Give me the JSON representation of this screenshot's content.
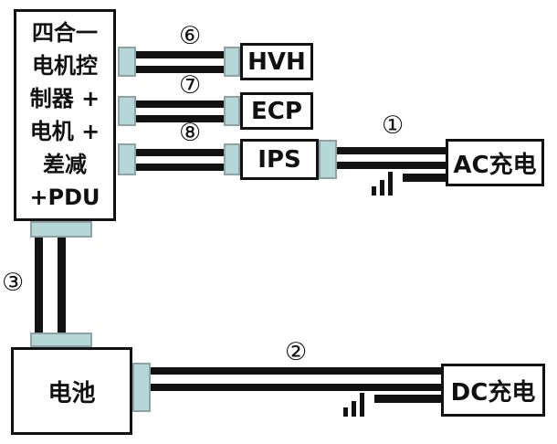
{
  "diagram": {
    "main_unit": {
      "lines": [
        "四合一",
        "电机控",
        "制器 +",
        "电机 +",
        "差减",
        "+PDU"
      ]
    },
    "components": {
      "hvh": {
        "label": "HVH"
      },
      "ecp": {
        "label": "ECP"
      },
      "ips": {
        "label": "IPS"
      },
      "ac_charging": {
        "label": "AC充电"
      },
      "dc_charging": {
        "label": "DC充电"
      },
      "battery": {
        "label": "电池"
      }
    },
    "cable_labels": {
      "cable_1": "①",
      "cable_2": "②",
      "cable_3": "③",
      "cable_6": "⑥",
      "cable_7": "⑦",
      "cable_8": "⑧"
    },
    "colors": {
      "connector_fill": "#b6d7d8",
      "cable": "#121212",
      "box_border": "#121212",
      "background": "#ffffff"
    }
  }
}
